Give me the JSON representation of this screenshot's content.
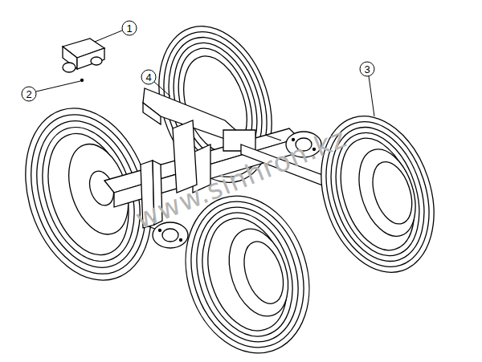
{
  "diagram": {
    "labels": [
      "1",
      "2",
      "3",
      "4",
      "www.sinhron.kz"
    ]
  }
}
